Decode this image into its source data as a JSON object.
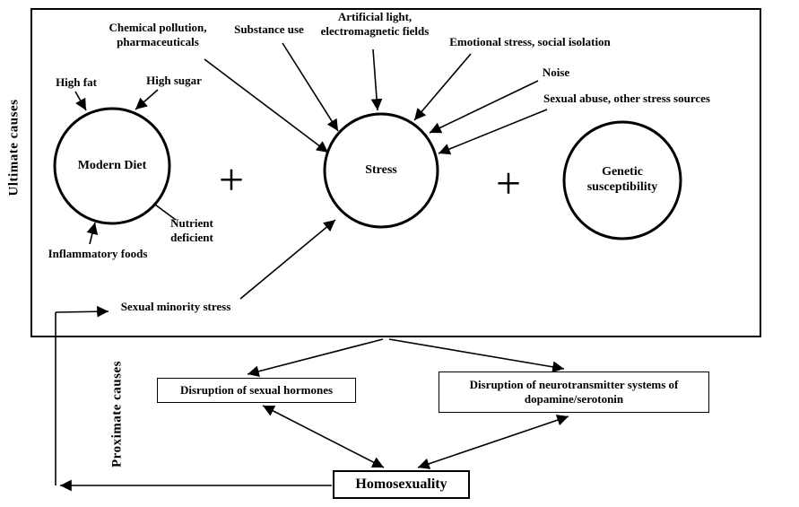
{
  "colors": {
    "ink": "#000000",
    "background": "#ffffff"
  },
  "sections": {
    "ultimate_label": "Ultimate causes",
    "proximate_label": "Proximate causes"
  },
  "circles": {
    "diet": "Modern Diet",
    "stress": "Stress",
    "genetic": "Genetic susceptibility"
  },
  "operators": {
    "plus_left": "+",
    "plus_right": "+"
  },
  "labels": {
    "high_fat": "High fat",
    "high_sugar": "High sugar",
    "chemical_pollution": "Chemical pollution, pharmaceuticals",
    "substance_use": "Substance use",
    "artificial_light": "Artificial light, electromagnetic fields",
    "emotional_stress": "Emotional stress, social isolation",
    "noise": "Noise",
    "sexual_abuse": "Sexual abuse, other stress sources",
    "nutrient_deficient": "Nutrient deficient",
    "inflammatory_foods": "Inflammatory foods",
    "sexual_minority_stress": "Sexual minority stress"
  },
  "boxes": {
    "hormones": "Disruption of sexual hormones",
    "neurotransmitters": "Disruption of neurotransmitter systems of dopamine/serotonin",
    "outcome": "Homosexuality"
  }
}
